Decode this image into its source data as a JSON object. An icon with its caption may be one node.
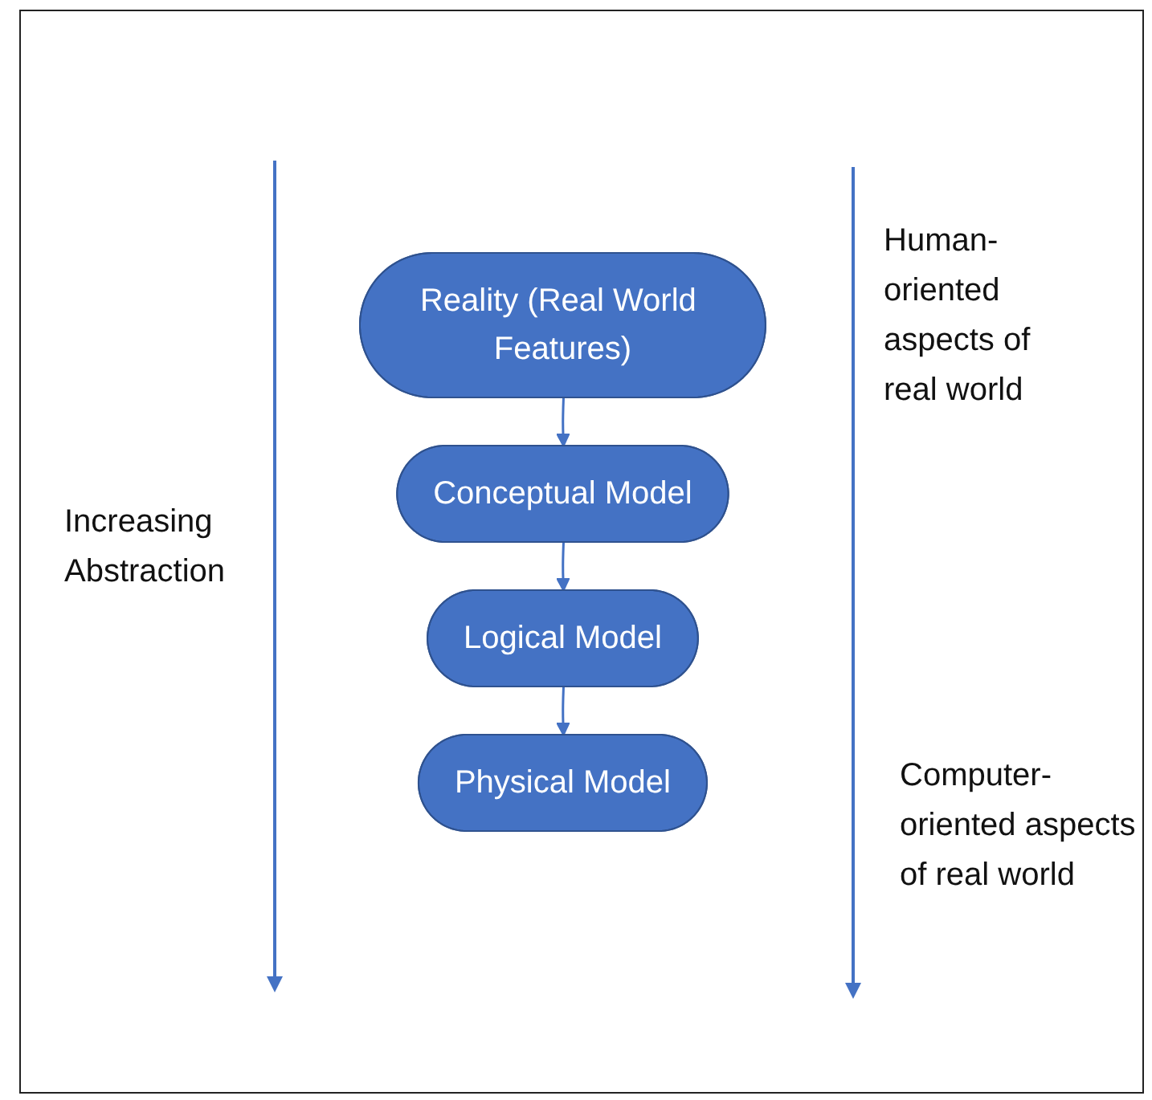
{
  "diagram": {
    "nodes": [
      {
        "text": [
          "Reality (Real World Features)"
        ]
      },
      {
        "text": [
          "Conceptual Model"
        ]
      },
      {
        "text": [
          "Logical Model"
        ]
      },
      {
        "text": [
          "Physical Model"
        ]
      }
    ],
    "edges": [
      {
        "from": 0,
        "to": 1,
        "arrow": "to"
      },
      {
        "from": 1,
        "to": 2,
        "arrow": "to"
      },
      {
        "from": 2,
        "to": 3,
        "arrow": "to"
      }
    ],
    "labels": [
      "Increasing Abstraction",
      "Human-oriented aspects of real world",
      "Computer-oriented aspects of real world"
    ]
  }
}
